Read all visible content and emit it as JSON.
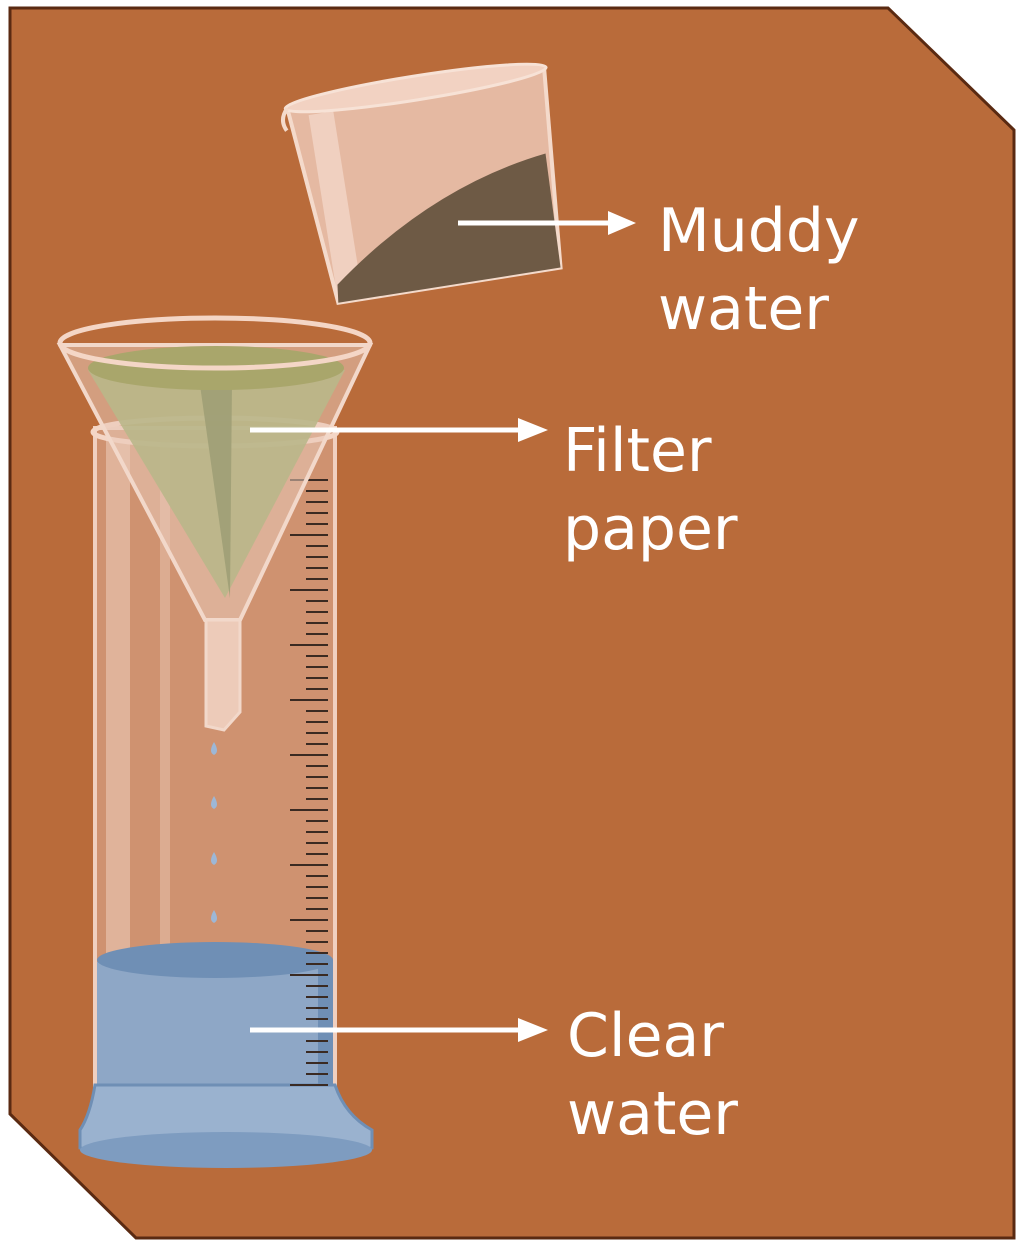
{
  "background_color": "#B96B3A",
  "labels": {
    "muddy": {
      "line1": "Muddy",
      "line2": "water"
    },
    "filter": {
      "line1": "Filter",
      "line2": "paper"
    },
    "clear": {
      "line1": "Clear",
      "line2": "water"
    }
  },
  "colors": {
    "muddy_water": "#6E5A45",
    "filter_paper": "#B9B78A",
    "clear_water": "#8EA7C6",
    "clear_water_top": "#6F8FB5",
    "glass": "#E9C3B2",
    "label_text": "#FFFFFF",
    "drops": "#9DB7D6"
  },
  "icons": [
    "beaker-icon",
    "funnel-icon",
    "measuring-cylinder-icon",
    "arrow-right-icon",
    "water-drop-icon"
  ]
}
